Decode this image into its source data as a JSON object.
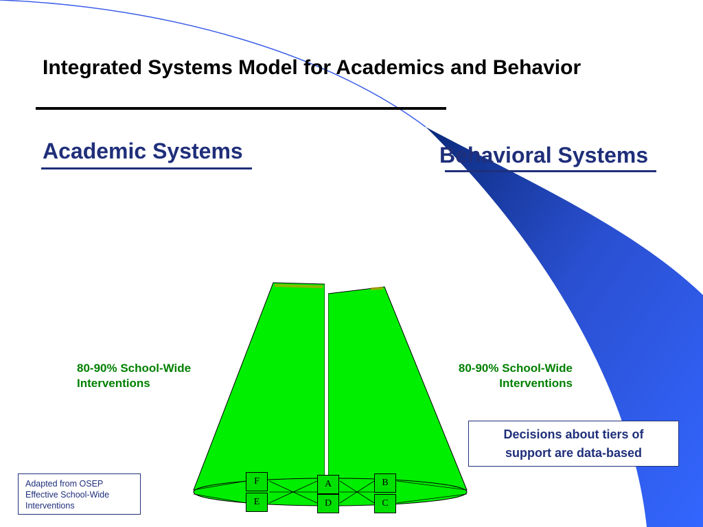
{
  "title": "Integrated Systems Model for Academics and Behavior",
  "headings": {
    "academic": "Academic Systems",
    "behavioral": "Behavioral Systems"
  },
  "labels": {
    "left": [
      "80-90% School-Wide",
      "Interventions"
    ],
    "right": [
      "80-90% School-Wide",
      "Interventions"
    ]
  },
  "decision_note": [
    "Decisions about tiers of",
    "support are data-based"
  ],
  "source_note": [
    "Adapted from OSEP",
    "Effective School-Wide",
    "Interventions"
  ],
  "tier_boxes": {
    "top": [
      "F",
      "A",
      "B"
    ],
    "bottom": [
      "E",
      "D",
      "C"
    ]
  },
  "colors": {
    "heading": "#1f2f7a",
    "tier_fill": "#00e000",
    "label_green": "#008000",
    "swoosh_blue": "#3366ff",
    "swoosh_dark": "#1a3aa8"
  }
}
